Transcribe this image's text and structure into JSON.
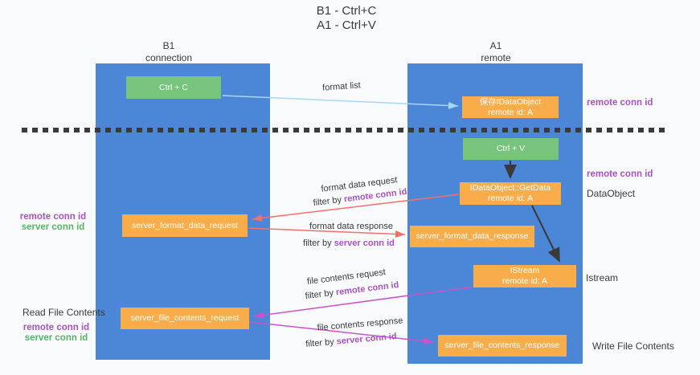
{
  "title": {
    "line1": "B1 - Ctrl+C",
    "line2": "A1 - Ctrl+V"
  },
  "lanes": {
    "b1": {
      "name": "B1",
      "role": "connection"
    },
    "a1": {
      "name": "A1",
      "role": "remote"
    }
  },
  "nodes": {
    "ctrl_c": "Ctrl + C",
    "ctrl_v": "Ctrl + V",
    "save_dataobject": {
      "line1": "保存IDataObject",
      "line2": "remote id: A"
    },
    "getdata": {
      "line1": "IDataObject::GetData",
      "line2": "remote id: A"
    },
    "istream": {
      "line1": "IStream",
      "line2": "remote id: A"
    },
    "format_request": "server_format_data_request",
    "format_response": "server_format_data_response",
    "file_request": "server_file_contents_request",
    "file_response": "server_file_contents_response"
  },
  "flow_labels": {
    "format_list": "format list",
    "format_data_request": "format data request",
    "format_data_response": "format data response",
    "file_contents_request": "file contents request",
    "file_contents_response": "file contents response",
    "filter_by": "filter by",
    "remote_conn_id": "remote conn id",
    "server_conn_id": "server conn id"
  },
  "side_labels": {
    "remote_conn_id_top": "remote conn id",
    "remote_conn_id_mid": "remote conn id",
    "dataobject": "DataObject",
    "istream": "Istream",
    "write_file_contents": "Write File Contents",
    "read_file_contents": "Read File Contents",
    "left_remote_conn_id": "remote conn id",
    "left_server_conn_id": "server conn id",
    "bottom_remote_conn_id": "remote conn id",
    "bottom_server_conn_id": "server conn id"
  },
  "colors": {
    "lane_blue": "#4c86d6",
    "node_green": "#77c57d",
    "node_orange": "#f9ad4a",
    "arrow_light_blue": "#a8d7f5",
    "arrow_salmon": "#ef706e",
    "arrow_magenta": "#cc52cc",
    "arrow_black": "#3a3a3a",
    "text_purple": "#a952c7",
    "text_green": "#56b365"
  }
}
